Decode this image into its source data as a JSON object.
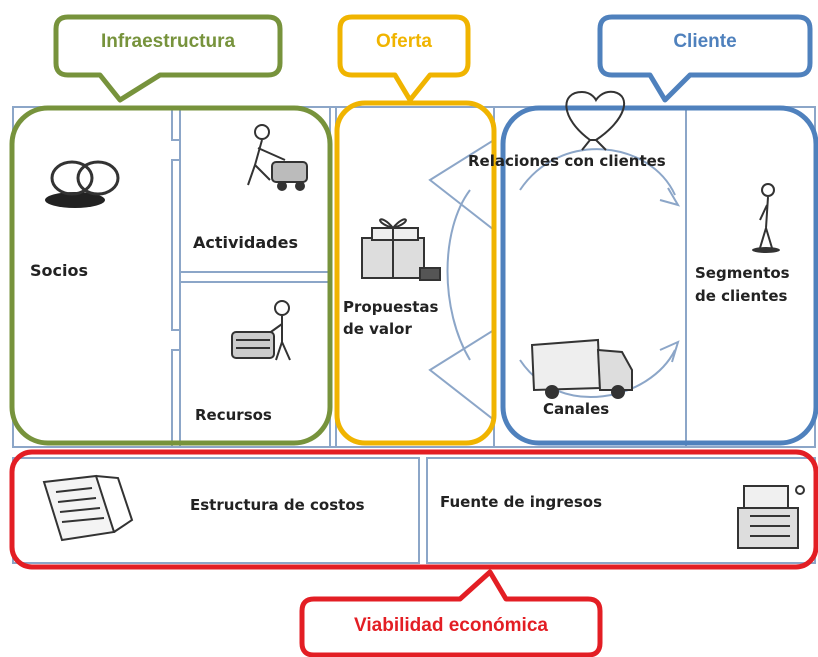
{
  "callouts": {
    "infraestructura": "Infraestructura",
    "oferta": "Oferta",
    "cliente": "Cliente",
    "viabilidad": "Viabilidad económica"
  },
  "blocks": {
    "socios": "Socios",
    "actividades": "Actividades",
    "recursos": "Recursos",
    "propuestas_line1": "Propuestas",
    "propuestas_line2": "de valor",
    "relaciones": "Relaciones con clientes",
    "canales": "Canales",
    "segmentos_line1": "Segmentos",
    "segmentos_line2": "de clientes",
    "costos": "Estructura de costos",
    "ingresos": "Fuente de ingresos"
  },
  "colors": {
    "infraestructura": "#77933c",
    "oferta": "#f0b400",
    "cliente": "#4f81bd",
    "viabilidad": "#e31e24",
    "canvas_lines": "#8ca6c8"
  },
  "icons": [
    "linked-rings-icon",
    "person-pushing-cart-icon",
    "person-with-machine-icon",
    "gift-box-icon",
    "heart-icon",
    "delivery-truck-icon",
    "standing-person-icon",
    "receipt-paper-icon",
    "cash-register-icon"
  ]
}
